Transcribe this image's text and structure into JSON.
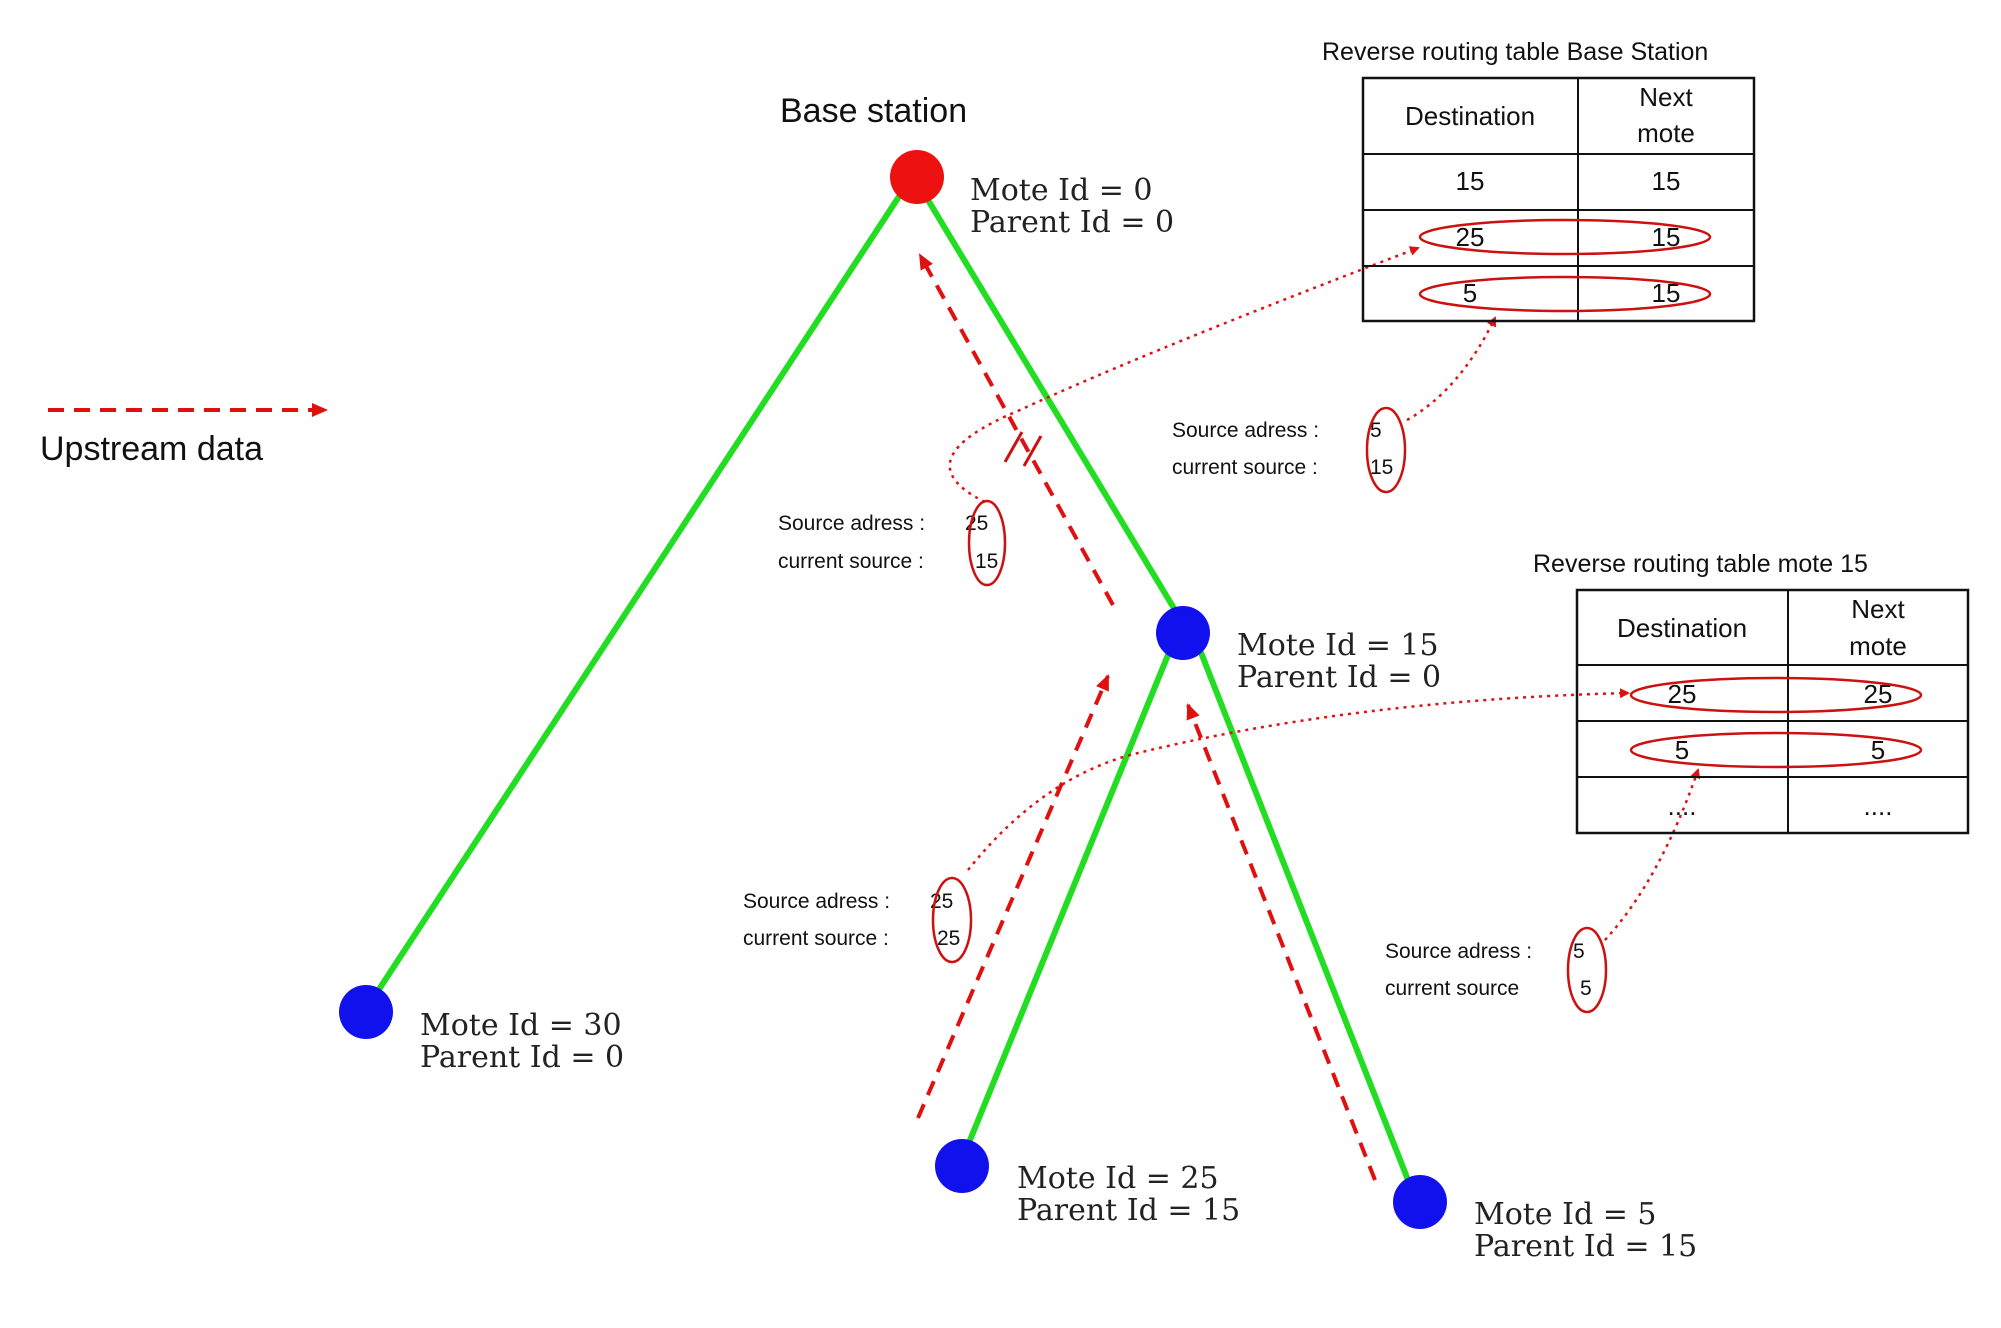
{
  "base_station_label": "Base station",
  "legend": {
    "label": "Upstream data",
    "arrow_color": "#e01010"
  },
  "colors": {
    "link": "#22dd22",
    "base_node": "#ee1111",
    "mote_node": "#1111ee",
    "route_arrow": "#e01010",
    "highlight": "#cc1111"
  },
  "motes": {
    "base": {
      "line1": "Mote Id = 0",
      "line2": "Parent Id = 0"
    },
    "m30": {
      "line1": "Mote Id = 30",
      "line2": "Parent Id = 0"
    },
    "m15": {
      "line1": "Mote Id = 15",
      "line2": "Parent Id = 0"
    },
    "m25": {
      "line1": "Mote Id = 25",
      "line2": "Parent Id = 15"
    },
    "m5": {
      "line1": "Mote Id = 5",
      "line2": "Parent Id = 15"
    }
  },
  "annotations": {
    "a1": {
      "src_label": "Source adress :",
      "src_value": "25",
      "cur_label": "current source :",
      "cur_value": "15"
    },
    "a2": {
      "src_label": "Source adress :",
      "src_value": "5",
      "cur_label": "current source :",
      "cur_value": "15"
    },
    "a3": {
      "src_label": "Source adress :",
      "src_value": "25",
      "cur_label": "current source :",
      "cur_value": "25"
    },
    "a4": {
      "src_label": "Source adress :",
      "src_value": "5",
      "cur_label": "current source",
      "cur_value": "5"
    }
  },
  "tables": {
    "base": {
      "title": "Reverse routing table Base Station",
      "header_dest": "Destination",
      "header_next_1": "Next",
      "header_next_2": "mote",
      "rows": [
        {
          "dest": "15",
          "next": "15"
        },
        {
          "dest": "25",
          "next": "15"
        },
        {
          "dest": "5",
          "next": "15"
        }
      ]
    },
    "mote15": {
      "title": "Reverse routing table mote 15",
      "header_dest": "Destination",
      "header_next_1": "Next",
      "header_next_2": "mote",
      "rows": [
        {
          "dest": "25",
          "next": "25"
        },
        {
          "dest": "5",
          "next": "5"
        },
        {
          "dest": "....",
          "next": "...."
        }
      ]
    }
  }
}
